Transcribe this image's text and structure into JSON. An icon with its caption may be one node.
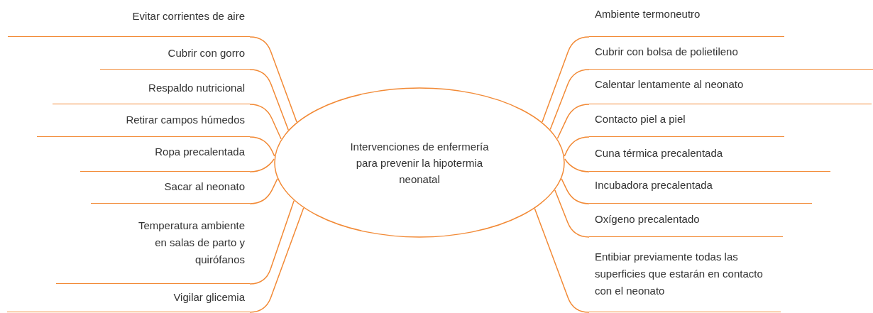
{
  "diagram": {
    "nodes": [
      {
        "text": [
          "Intervenciones de enfermería para prevenir la hipotermia neonatal"
        ]
      },
      {
        "text": [
          "Evitar corrientes de aire"
        ]
      },
      {
        "text": [
          "Cubrir con gorro"
        ]
      },
      {
        "text": [
          "Respaldo nutricional"
        ]
      },
      {
        "text": [
          "Retirar campos húmedos"
        ]
      },
      {
        "text": [
          "Ropa precalentada"
        ]
      },
      {
        "text": [
          "Sacar al neonato"
        ]
      },
      {
        "text": [
          "Temperatura ambiente en salas de parto y quirófanos"
        ]
      },
      {
        "text": [
          "Vigilar glicemia"
        ]
      },
      {
        "text": [
          "Ambiente termoneutro"
        ]
      },
      {
        "text": [
          "Cubrir con bolsa de polietileno"
        ]
      },
      {
        "text": [
          "Calentar lentamente al neonato"
        ]
      },
      {
        "text": [
          "Contacto piel a piel"
        ]
      },
      {
        "text": [
          "Cuna térmica precalentada"
        ]
      },
      {
        "text": [
          "Incubadora precalentada"
        ]
      },
      {
        "text": [
          "Oxígeno precalentado"
        ]
      },
      {
        "text": [
          "Entibiar previamente todas las superficies que estarán en contacto con el neonato"
        ]
      }
    ],
    "edges": [
      {
        "from": 0,
        "to": 1,
        "arrow": "none"
      },
      {
        "from": 0,
        "to": 2,
        "arrow": "none"
      },
      {
        "from": 0,
        "to": 3,
        "arrow": "none"
      },
      {
        "from": 0,
        "to": 4,
        "arrow": "none"
      },
      {
        "from": 0,
        "to": 5,
        "arrow": "none"
      },
      {
        "from": 0,
        "to": 6,
        "arrow": "none"
      },
      {
        "from": 0,
        "to": 7,
        "arrow": "none"
      },
      {
        "from": 0,
        "to": 8,
        "arrow": "none"
      },
      {
        "from": 0,
        "to": 9,
        "arrow": "none"
      },
      {
        "from": 0,
        "to": 10,
        "arrow": "none"
      },
      {
        "from": 0,
        "to": 11,
        "arrow": "none"
      },
      {
        "from": 0,
        "to": 12,
        "arrow": "none"
      },
      {
        "from": 0,
        "to": 13,
        "arrow": "none"
      },
      {
        "from": 0,
        "to": 14,
        "arrow": "none"
      },
      {
        "from": 0,
        "to": 15,
        "arrow": "none"
      },
      {
        "from": 0,
        "to": 16,
        "arrow": "none"
      }
    ]
  }
}
